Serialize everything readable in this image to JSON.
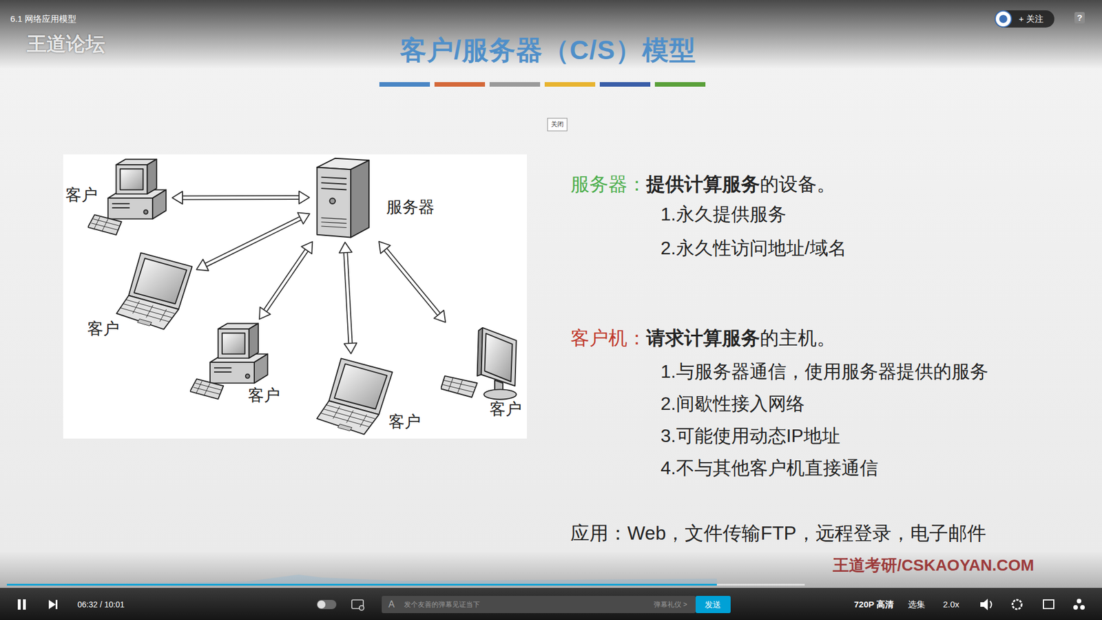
{
  "diagram": {
    "title": "客户/服务器（C/S）模型",
    "nodes": [
      {
        "text": [
          "客户"
        ]
      },
      {
        "text": [
          "服务器"
        ]
      },
      {
        "text": [
          "客户"
        ]
      },
      {
        "text": [
          "客户"
        ]
      },
      {
        "text": [
          "客户"
        ]
      },
      {
        "text": [
          "客户"
        ]
      }
    ],
    "edges": [
      {
        "from": 0,
        "to": 1,
        "arrow": "both"
      },
      {
        "from": 2,
        "to": 1,
        "arrow": "both"
      },
      {
        "from": 3,
        "to": 1,
        "arrow": "both"
      },
      {
        "from": 4,
        "to": 1,
        "arrow": "both"
      },
      {
        "from": 5,
        "to": 1,
        "arrow": "both"
      }
    ],
    "labels": [
      "6.1 网络应用模型",
      "王道论坛",
      "+ 关注",
      "?",
      "关闭",
      "服务器：",
      "提供计算服务",
      "的设备。",
      "1.永久提供服务",
      "2.永久性访问地址/域名",
      "客户机：",
      "请求计算服务",
      "的主机。",
      "1.与服务器通信，使用服务器提供的服务",
      "2.间歇性接入网络",
      "3.可能使用动态IP地址",
      "4.不与其他客户机直接通信",
      "应用：Web，文件传输FTP，远程登录，电子邮件",
      "06:32 / 10:01",
      "A",
      "发个友善的弹幕见证当下",
      "弹幕礼仪 >",
      "发送",
      "720P 高清",
      "选集",
      "2.0x",
      "王道考研/CSKAOYAN.COM"
    ]
  }
}
